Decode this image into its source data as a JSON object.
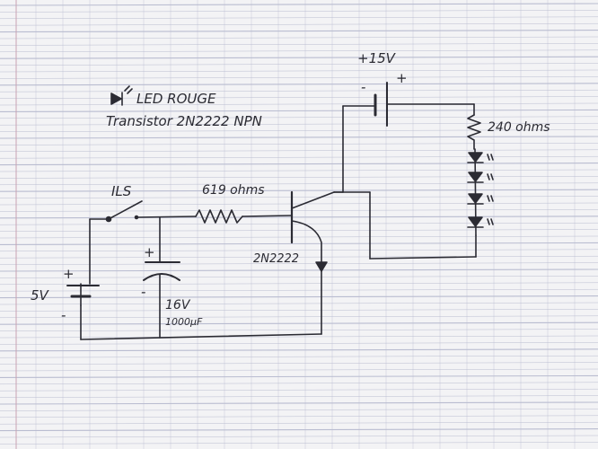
{
  "legend": {
    "led": "LED ROUGE",
    "transistor": "Transistor 2N2222 NPN"
  },
  "supply_high": {
    "label": "+15V",
    "plus": "+",
    "minus": "-"
  },
  "supply_low": {
    "label": "5V",
    "plus": "+",
    "minus": "-"
  },
  "switch": {
    "label": "ILS"
  },
  "base_resistor": {
    "label": "619 ohms"
  },
  "led_resistor": {
    "label": "240 ohms"
  },
  "transistor": {
    "label": "2N2222"
  },
  "capacitor": {
    "voltage": "16V",
    "capacitance": "1000µF",
    "plus": "+",
    "minus": "-"
  },
  "led_string": {
    "count": 4,
    "color": "red"
  },
  "paper": {
    "background": "#f3f3f5",
    "rule_color": "#b9bcd0",
    "margin_color": "#c9a3b2",
    "ink": "#2b2b33"
  }
}
